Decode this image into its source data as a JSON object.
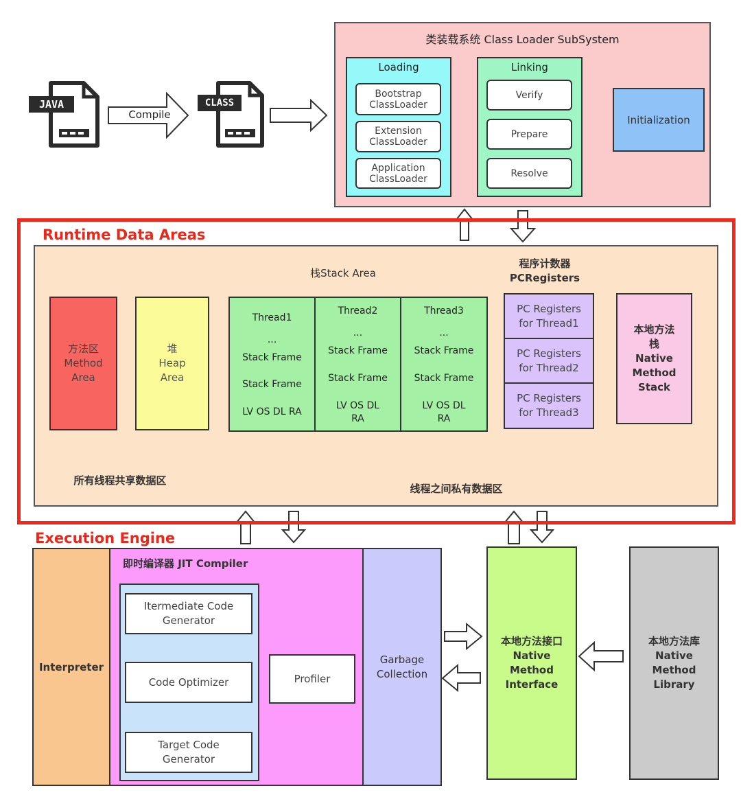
{
  "files": {
    "java_badge": "JAVA",
    "class_badge": "CLASS",
    "compile_label": "Compile"
  },
  "class_loader": {
    "title": "类装载系统 Class Loader SubSystem",
    "loading": {
      "title": "Loading",
      "items": [
        "Bootstrap\nClassLoader",
        "Extension\nClassLoader",
        "Application\nClassLoader"
      ]
    },
    "linking": {
      "title": "Linking",
      "items": [
        "Verify",
        "Prepare",
        "Resolve"
      ]
    },
    "initialization": "Initialization"
  },
  "runtime": {
    "title": "Runtime Data Areas",
    "method_area": "方法区\nMethod\nArea",
    "heap_area": "堆\nHeap\nArea",
    "shared_label": "所有线程共享数据区",
    "stack_area_title": "栈Stack Area",
    "threads": [
      {
        "name": "Thread1",
        "dots": "...",
        "frame1": "Stack Frame",
        "frame2": "Stack Frame",
        "vars": "LV OS DL RA"
      },
      {
        "name": "Thread2",
        "dots": "...",
        "frame1": "Stack Frame",
        "frame2": "Stack Frame",
        "vars": "LV OS DL\nRA"
      },
      {
        "name": "Thread3",
        "dots": "...",
        "frame1": "Stack Frame",
        "frame2": "Stack Frame",
        "vars": "LV OS DL\nRA"
      }
    ],
    "pc_title": "程序计数器\nPCRegisters",
    "pc_items": [
      "PC Registers\nfor Thread1",
      "PC Registers\nfor Thread2",
      "PC Registers\nfor Thread3"
    ],
    "native_stack": "本地方法\n栈\nNative\nMethod\nStack",
    "private_label": "线程之间私有数据区"
  },
  "execution": {
    "title": "Execution Engine",
    "interpreter": "Interpreter",
    "jit_title": "即时编译器 JIT Compiler",
    "jit_steps": [
      "Itermediate Code\nGenerator",
      "Code Optimizer",
      "Target Code\nGenerator"
    ],
    "profiler": "Profiler",
    "gc": "Garbage\nCollection"
  },
  "native_interface": "本地方法接口\nNative\nMethod\nInterface",
  "native_library": "本地方法库\nNative\nMethod\nLibrary",
  "colors": {
    "class_loader_bg": "#fbcaca",
    "loading_bg": "#96f9f9",
    "linking_bg": "#9ff5c4",
    "init_bg": "#8fc2f7",
    "runtime_bg": "#fde3c8",
    "method_bg": "#f8645f",
    "heap_bg": "#fbfb97",
    "thread_bg": "#a4f0a4",
    "pc_bg": "#d9c3fa",
    "native_stack_bg": "#f9c9e6",
    "red_frame": "#f2281a",
    "interpreter_bg": "#f9c690",
    "jit_bg": "#fd9bfd",
    "jit_inner_bg": "#c9e4fa",
    "gc_bg": "#cbcafd",
    "native_if_bg": "#c9fb8b",
    "native_lib_bg": "#cbcbcb"
  }
}
